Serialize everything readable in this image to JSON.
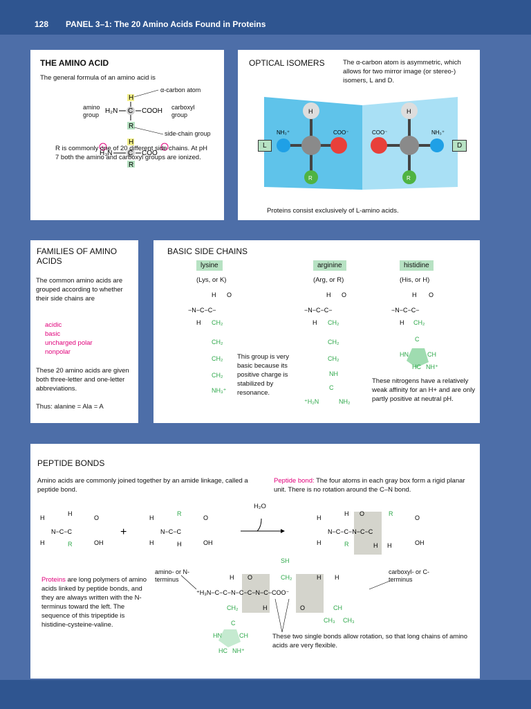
{
  "header": {
    "page_number": "128",
    "title": "PANEL 3–1: The 20 Amino Acids Found in Proteins"
  },
  "amino_acid": {
    "heading": "THE AMINO ACID",
    "intro": "The general formula of an amino acid is",
    "alpha_label": "α-carbon atom",
    "amino_label": "amino group",
    "carboxyl_label": "carboxyl group",
    "side_chain_label": "side-chain group",
    "note": "R is commonly one of 20 different side chains. At pH 7 both the amino and carboxyl groups are ionized."
  },
  "optical": {
    "heading": "OPTICAL ISOMERS",
    "text": "The α-carbon atom is asymmetric, which allows for two mirror image (or stereo-) isomers, L and D.",
    "left_label": "L",
    "right_label": "D",
    "caption": "Proteins consist exclusively of L-amino acids."
  },
  "families": {
    "heading": "FAMILIES OF AMINO ACIDS",
    "intro": "The common amino acids are grouped according to whether their side chains are",
    "items": [
      "acidic",
      "basic",
      "uncharged polar",
      "nonpolar"
    ],
    "abbrev": "These 20 amino acids are given both three-letter and one-letter abbreviations.",
    "example": "Thus: alanine = Ala = A"
  },
  "basic": {
    "heading": "BASIC SIDE CHAINS",
    "aa": [
      {
        "name": "lysine",
        "abbr": "(Lys, or K)"
      },
      {
        "name": "arginine",
        "abbr": "(Arg, or R)"
      },
      {
        "name": "histidine",
        "abbr": "(His, or H)"
      }
    ],
    "arginine_note": "This group is very basic because its positive charge is stabilized by resonance.",
    "histidine_note": "These nitrogens have a relatively weak affinity for an H+ and are only partly positive at neutral pH."
  },
  "peptide": {
    "heading": "PEPTIDE BONDS",
    "intro": "Amino acids are commonly joined together by an amide linkage, called a peptide bond.",
    "bond_term": "Peptide bond:",
    "bond_text": "The four atoms in each gray box form a rigid planar unit. There is no rotation around the C–N bond.",
    "water": "H₂O",
    "proteins_term": "Proteins",
    "proteins_text": "are long polymers of amino acids linked by peptide bonds, and they are always written with the N-terminus toward the left. The sequence of this tripeptide is histidine-cysteine-valine.",
    "n_term": "amino- or N-terminus",
    "c_term": "carboxyl- or C-terminus",
    "rotation_note": "These two single bonds allow rotation, so that long chains of amino acids are very flexible."
  },
  "colors": {
    "background": "#4d6ea8",
    "header": "#2f5590",
    "green": "#2ea84a",
    "magenta": "#e0007a",
    "tag": "#b7e2c3",
    "box_gray": "#d4d4cc"
  }
}
